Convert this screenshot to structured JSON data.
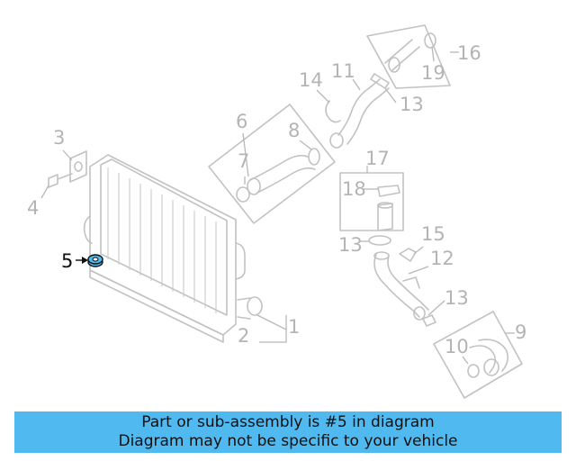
{
  "diagram": {
    "callouts": [
      {
        "id": "1",
        "label": "1"
      },
      {
        "id": "2",
        "label": "2"
      },
      {
        "id": "3",
        "label": "3"
      },
      {
        "id": "4",
        "label": "4"
      },
      {
        "id": "5",
        "label": "5",
        "highlighted": true
      },
      {
        "id": "6",
        "label": "6"
      },
      {
        "id": "7",
        "label": "7"
      },
      {
        "id": "8",
        "label": "8"
      },
      {
        "id": "9",
        "label": "9"
      },
      {
        "id": "10",
        "label": "10"
      },
      {
        "id": "11",
        "label": "11"
      },
      {
        "id": "12",
        "label": "12"
      },
      {
        "id": "13a",
        "label": "13"
      },
      {
        "id": "13b",
        "label": "13"
      },
      {
        "id": "13c",
        "label": "13"
      },
      {
        "id": "14",
        "label": "14"
      },
      {
        "id": "15",
        "label": "15"
      },
      {
        "id": "16",
        "label": "16"
      },
      {
        "id": "17",
        "label": "17"
      },
      {
        "id": "18",
        "label": "18"
      },
      {
        "id": "19",
        "label": "19"
      }
    ],
    "highlight_color": "#4fb9f0",
    "line_color": "#c2c2c2"
  },
  "banner": {
    "line1": "Part or sub-assembly is #5 in diagram",
    "line2": "Diagram may not be specific to your vehicle",
    "color": "#4fb9f0"
  }
}
